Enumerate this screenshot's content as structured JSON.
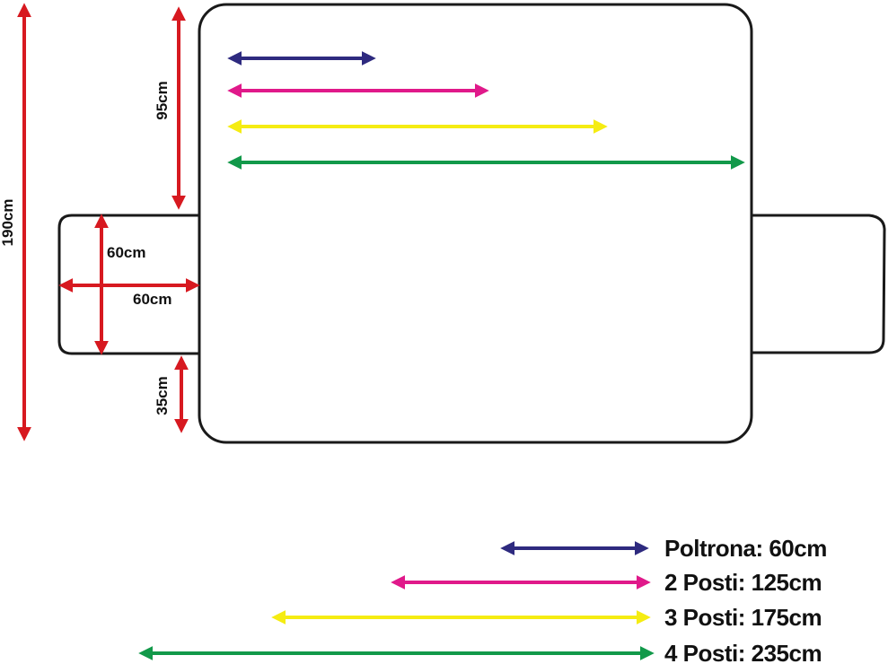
{
  "diagram": {
    "colors": {
      "outline": "#1a1a1a",
      "dimension": "#d71920",
      "poltrona": "#2e2a7f",
      "posti2": "#e0198a",
      "posti3": "#f5ec12",
      "posti4": "#12994a"
    },
    "dimensions": {
      "total_height": "190cm",
      "backrest_height": "95cm",
      "arm_height": "60cm",
      "arm_width": "60cm",
      "seat_front": "35cm"
    },
    "legend": [
      {
        "label": "Poltrona: 60cm",
        "color": "#2e2a7f"
      },
      {
        "label": "2 Posti: 125cm",
        "color": "#e0198a"
      },
      {
        "label": "3 Posti: 175cm",
        "color": "#f5ec12"
      },
      {
        "label": "4 Posti: 235cm",
        "color": "#12994a"
      }
    ]
  }
}
